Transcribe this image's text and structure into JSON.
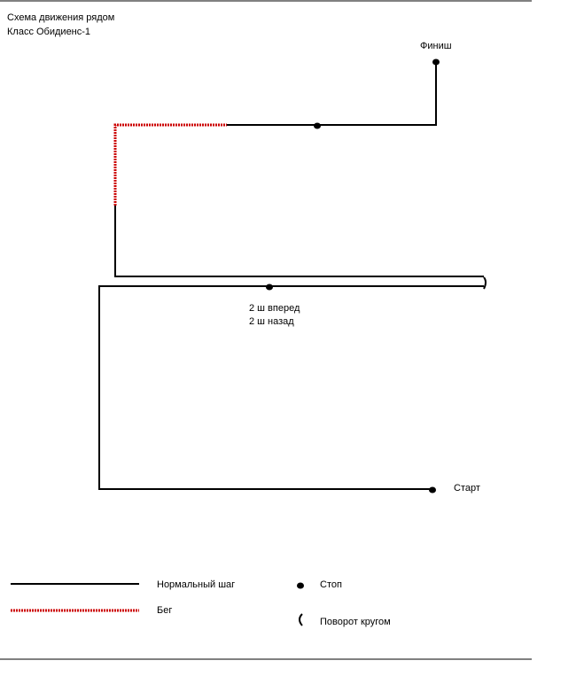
{
  "title": {
    "line1": "Схема движения рядом",
    "line2": "Класс Обидиенс-1"
  },
  "route": {
    "finish_label": "Финиш",
    "start_label": "Старт",
    "note_line1": "2 ш вперед",
    "note_line2": "2 ш назад"
  },
  "legend": {
    "normal_step": "Нормальный шаг",
    "run": "Бег",
    "stop": "Стоп",
    "turn_around": "Поворот кругом"
  },
  "colors": {
    "line": "#000000",
    "run": "#cc0000"
  }
}
